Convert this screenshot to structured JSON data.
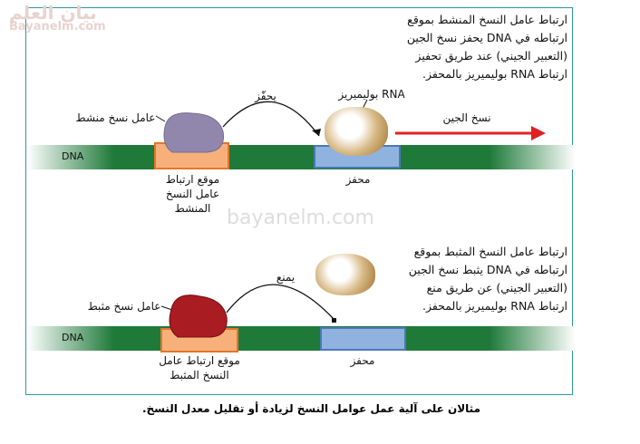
{
  "logo": {
    "arabic": "بيان العلم",
    "latin": "Bayanelm.com"
  },
  "watermark": "bayanelm.com",
  "top": {
    "description": "ارتباط عامل النسخ المنشط بموقع ارتباطه في DNA يحفز نسخ الجين (التعبير الجيني) عند طريق تحفيز ارتباط RNA بوليميريز بالمحفز.",
    "dna": "DNA",
    "factor": "عامل نسخ منشط",
    "action": "يحفّز",
    "polymerase": "RNA بوليميريز",
    "transcription": "نسخ الجين",
    "site": "موقع ارتباط عامل النسخ المنشط",
    "promoter": "محفز"
  },
  "bottom": {
    "description": "ارتباط عامل النسخ المثبط بموقع ارتباطه في DNA يثبط نسخ الجين (التعبير الجيني) عن طريق منع ارتباط RNA بوليميريز بالمحفز.",
    "dna": "DNA",
    "factor": "عامل نسخ مثبط",
    "action": "يمنع",
    "site": "موقع ارتباط عامل النسخ المثبط",
    "promoter": "محفز"
  },
  "caption": "مثالان على آلية عمل عوامل النسخ لزيادة أو تقليل معدل النسخ.",
  "colors": {
    "dna": "#1f7a3a",
    "site": "#f7b07a",
    "promoter": "#8fb2df",
    "arrow": "#e02020",
    "frame": "#2a9a9a"
  }
}
